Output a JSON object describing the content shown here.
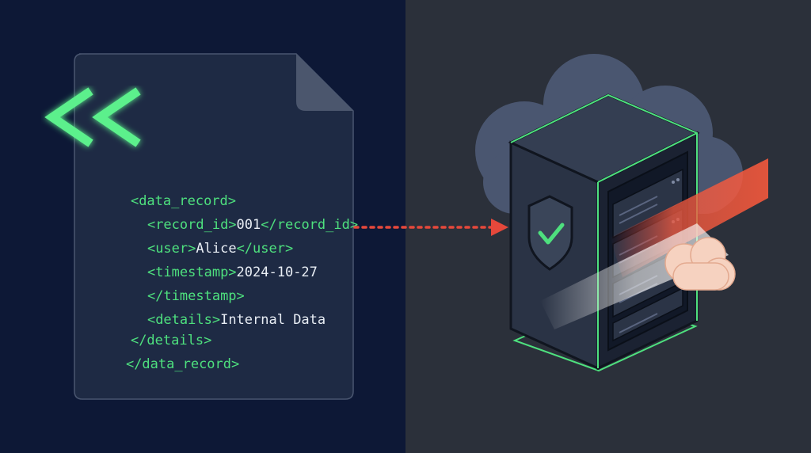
{
  "icons": {
    "chevrons": "double-left-chevron-icon",
    "document": "document-icon",
    "shield": "shield-check-icon",
    "server": "server-rack-icon",
    "cloud": "cloud-icon",
    "arrow": "dotted-arrow-right-icon"
  },
  "colors": {
    "left_bg": "#0d1836",
    "right_bg": "#2b303a",
    "accent_green": "#4ee07e",
    "arrow_red": "#e5483b",
    "doc_fill": "#1e2a44"
  },
  "code": {
    "l1_open": "<data_record>",
    "l2_open": "<record_id>",
    "l2_value": "001",
    "l2_close": "</record_id>",
    "l3_open": "<user>",
    "l3_value": "Alice",
    "l3_close": "</user>",
    "l4_open": "<timestamp>",
    "l4_value": "2024-10-27",
    "l5_close": "</timestamp>",
    "l6_open": "<details>",
    "l6_value": "Internal Data",
    "l7_close": "</details>",
    "l8_close": "</data_record>"
  }
}
